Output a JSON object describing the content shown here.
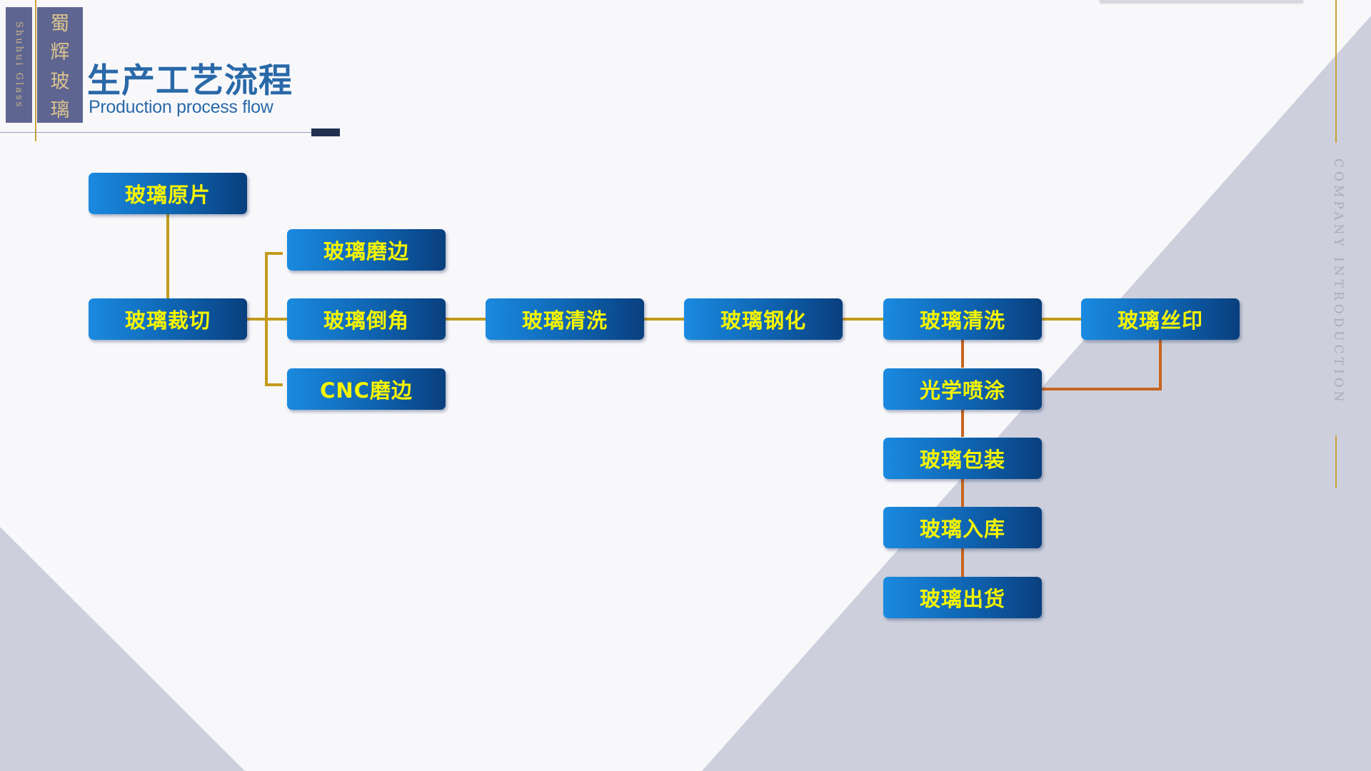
{
  "brand": {
    "vertical_en": "Shuhui Glass",
    "chars": [
      "蜀",
      "辉",
      "玻",
      "璃"
    ]
  },
  "title": {
    "cn": "生产工艺流程",
    "en": "Production process flow"
  },
  "side_text": "COMPANY INTRODUCTION",
  "colors": {
    "background": "#f8f8fb",
    "triangle": "#cdd0dc",
    "brand_block": "#5f6591",
    "title_blue": "#2a69a8",
    "node_light": "#1a8ae0",
    "node_dark": "#093f7e",
    "node_text": "#f6f400",
    "connector_gold": "#c39a1c",
    "connector_orange": "#c8651e"
  },
  "flow": {
    "nodes": [
      {
        "id": "raw",
        "label": "玻璃原片"
      },
      {
        "id": "cut",
        "label": "玻璃裁切"
      },
      {
        "id": "edge",
        "label": "玻璃磨边"
      },
      {
        "id": "chamfer",
        "label": "玻璃倒角"
      },
      {
        "id": "cnc",
        "label": "CNC磨边"
      },
      {
        "id": "clean1",
        "label": "玻璃清洗"
      },
      {
        "id": "temper",
        "label": "玻璃钢化"
      },
      {
        "id": "clean2",
        "label": "玻璃清洗"
      },
      {
        "id": "print",
        "label": "玻璃丝印"
      },
      {
        "id": "coat",
        "label": "光学喷涂"
      },
      {
        "id": "pack",
        "label": "玻璃包装"
      },
      {
        "id": "store",
        "label": "玻璃入库"
      },
      {
        "id": "ship",
        "label": "玻璃出货"
      }
    ],
    "edges": [
      {
        "from": "raw",
        "to": "cut"
      },
      {
        "from": "cut",
        "to": "edge"
      },
      {
        "from": "cut",
        "to": "chamfer"
      },
      {
        "from": "cut",
        "to": "cnc"
      },
      {
        "from": "chamfer",
        "to": "clean1"
      },
      {
        "from": "clean1",
        "to": "temper"
      },
      {
        "from": "temper",
        "to": "clean2"
      },
      {
        "from": "clean2",
        "to": "print"
      },
      {
        "from": "clean2",
        "to": "coat"
      },
      {
        "from": "print",
        "to": "coat"
      },
      {
        "from": "coat",
        "to": "pack"
      },
      {
        "from": "pack",
        "to": "store"
      },
      {
        "from": "store",
        "to": "ship"
      }
    ]
  }
}
